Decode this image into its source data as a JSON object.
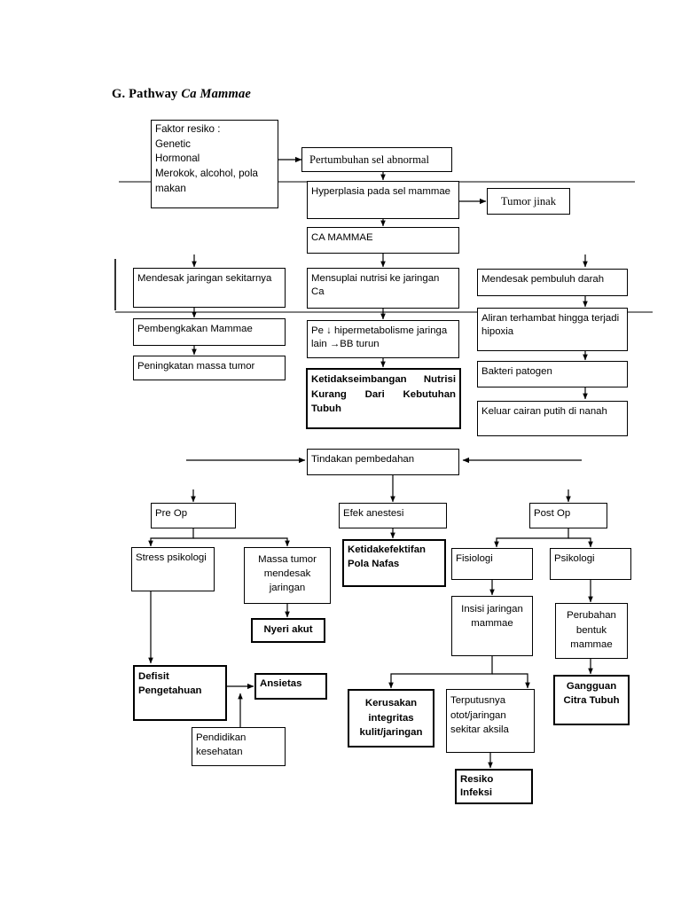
{
  "document": {
    "heading_prefix": "G.  Pathway ",
    "heading_italic": "Ca Mammae"
  },
  "diagram": {
    "type": "flowchart",
    "title": "Pathway Ca Mammae",
    "nodes": [
      {
        "id": "faktor_resiko",
        "label": "Faktor resiko :\nGenetic\nHormonal\nMerokok, alcohol, pola makan",
        "style": "plain"
      },
      {
        "id": "pertumbuhan",
        "label": "Pertumbuhan sel abnormal",
        "style": "serif"
      },
      {
        "id": "hyperplasia",
        "label": "Hyperplasia pada sel mammae",
        "style": "plain"
      },
      {
        "id": "tumor_jinak",
        "label": "Tumor jinak",
        "style": "serif-center"
      },
      {
        "id": "ca_mammae",
        "label": "CA MAMMAE",
        "style": "plain"
      },
      {
        "id": "mendesak_jaringan",
        "label": "Mendesak jaringan sekitarnya",
        "style": "plain"
      },
      {
        "id": "mensuplai",
        "label": "Mensuplai nutrisi ke jaringan Ca",
        "style": "plain"
      },
      {
        "id": "mendesak_pembuluh",
        "label": "Mendesak pembuluh darah",
        "style": "plain"
      },
      {
        "id": "pembengkakan",
        "label": "Pembengkakan Mammae",
        "style": "plain"
      },
      {
        "id": "hipermetabolisme",
        "label": "Pe ↓ hipermetabolisme jaringa lain →BB turun",
        "style": "plain"
      },
      {
        "id": "aliran_terhambat",
        "label": "Aliran terhambat hingga terjadi hipoxia",
        "style": "plain"
      },
      {
        "id": "peningkatan_massa",
        "label": "Peningkatan massa tumor",
        "style": "plain"
      },
      {
        "id": "ketidakseimbangan",
        "label": "Ketidakseimbangan Nutrisi Kurang Dari Kebutuhan Tubuh",
        "style": "bold-justify"
      },
      {
        "id": "bakteri",
        "label": "Bakteri patogen",
        "style": "plain"
      },
      {
        "id": "keluar_cairan",
        "label": "Keluar cairan putih di nanah",
        "style": "plain"
      },
      {
        "id": "tindakan",
        "label": "Tindakan pembedahan",
        "style": "plain"
      },
      {
        "id": "pre_op",
        "label": "Pre Op",
        "style": "plain"
      },
      {
        "id": "efek_anestesi",
        "label": "Efek anestesi",
        "style": "plain"
      },
      {
        "id": "post_op",
        "label": "Post Op",
        "style": "plain"
      },
      {
        "id": "stress",
        "label": "Stress psikologi",
        "style": "plain"
      },
      {
        "id": "massa_tumor",
        "label": "Massa tumor mendesak jaringan",
        "style": "center"
      },
      {
        "id": "ketidakefektifan",
        "label": "Ketidakefektifan Pola Nafas",
        "style": "bold"
      },
      {
        "id": "fisiologi",
        "label": "Fisiologi",
        "style": "plain"
      },
      {
        "id": "psikologi",
        "label": "Psikologi",
        "style": "plain"
      },
      {
        "id": "insisi",
        "label": "Insisi jaringan mammae",
        "style": "center"
      },
      {
        "id": "perubahan_bentuk",
        "label": "Perubahan bentuk mammae",
        "style": "center"
      },
      {
        "id": "nyeri_akut",
        "label": "Nyeri akut",
        "style": "bold-center"
      },
      {
        "id": "defisit",
        "label": "Defisit Pengetahuan",
        "style": "bold"
      },
      {
        "id": "ansietas",
        "label": "Ansietas",
        "style": "bold"
      },
      {
        "id": "gangguan_citra",
        "label": "Gangguan Citra Tubuh",
        "style": "bold-center"
      },
      {
        "id": "kerusakan",
        "label": "Kerusakan integritas kulit/jaringan",
        "style": "bold-center"
      },
      {
        "id": "terputusnya",
        "label": "Terputusnya otot/jaringan sekitar aksila",
        "style": "plain"
      },
      {
        "id": "pendidikan",
        "label": "Pendidikan kesehatan",
        "style": "plain"
      },
      {
        "id": "resiko_infeksi",
        "label": "Resiko Infeksi",
        "style": "bold"
      }
    ],
    "edges": [
      {
        "from": "faktor_resiko",
        "to": "pertumbuhan"
      },
      {
        "from": "pertumbuhan",
        "to": "hyperplasia"
      },
      {
        "from": "hyperplasia",
        "to": "tumor_jinak"
      },
      {
        "from": "hyperplasia",
        "to": "ca_mammae"
      },
      {
        "from": "ca_mammae",
        "to": "mendesak_jaringan"
      },
      {
        "from": "ca_mammae",
        "to": "mensuplai"
      },
      {
        "from": "ca_mammae",
        "to": "mendesak_pembuluh"
      },
      {
        "from": "mendesak_jaringan",
        "to": "pembengkakan"
      },
      {
        "from": "pembengkakan",
        "to": "peningkatan_massa"
      },
      {
        "from": "mensuplai",
        "to": "hipermetabolisme"
      },
      {
        "from": "hipermetabolisme",
        "to": "ketidakseimbangan"
      },
      {
        "from": "mendesak_pembuluh",
        "to": "aliran_terhambat"
      },
      {
        "from": "aliran_terhambat",
        "to": "bakteri"
      },
      {
        "from": "bakteri",
        "to": "keluar_cairan"
      },
      {
        "from": "ketidakseimbangan",
        "to": "tindakan"
      },
      {
        "from": "keluar_cairan",
        "to": "tindakan"
      },
      {
        "from": "tindakan",
        "to": "pre_op"
      },
      {
        "from": "tindakan",
        "to": "efek_anestesi"
      },
      {
        "from": "tindakan",
        "to": "post_op"
      },
      {
        "from": "pre_op",
        "to": "stress"
      },
      {
        "from": "pre_op",
        "to": "massa_tumor"
      },
      {
        "from": "efek_anestesi",
        "to": "ketidakefektifan"
      },
      {
        "from": "post_op",
        "to": "fisiologi"
      },
      {
        "from": "post_op",
        "to": "psikologi"
      },
      {
        "from": "massa_tumor",
        "to": "nyeri_akut"
      },
      {
        "from": "stress",
        "to": "defisit"
      },
      {
        "from": "defisit",
        "to": "ansietas"
      },
      {
        "from": "pendidikan",
        "to": "ansietas"
      },
      {
        "from": "fisiologi",
        "to": "insisi"
      },
      {
        "from": "psikologi",
        "to": "perubahan_bentuk"
      },
      {
        "from": "perubahan_bentuk",
        "to": "gangguan_citra"
      },
      {
        "from": "insisi",
        "to": "kerusakan"
      },
      {
        "from": "insisi",
        "to": "terputusnya"
      },
      {
        "from": "terputusnya",
        "to": "resiko_infeksi"
      }
    ]
  }
}
